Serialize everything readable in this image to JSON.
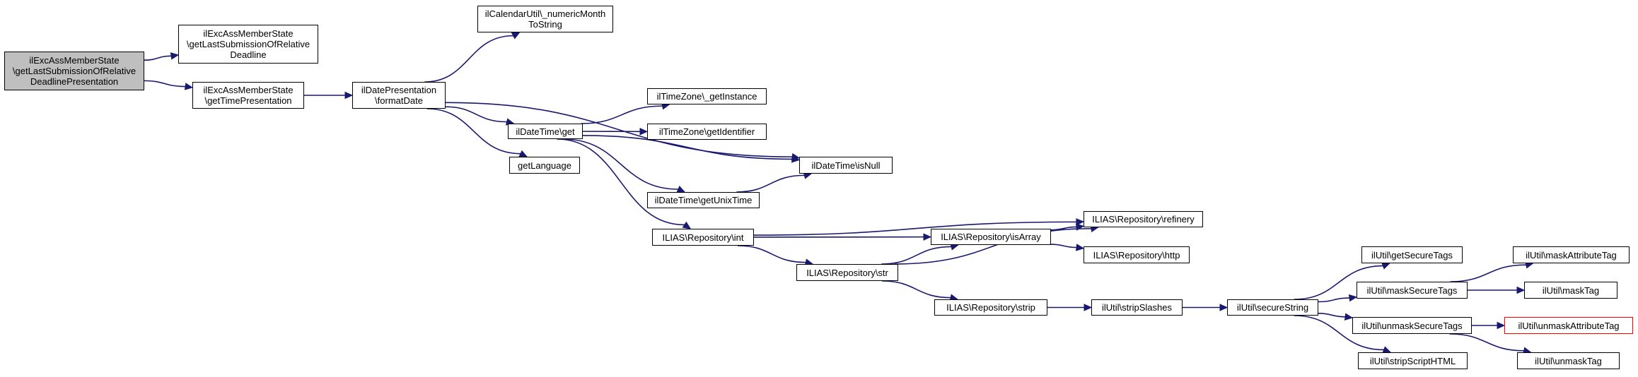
{
  "graph": {
    "edge_color": "#191970",
    "root_fill": "#bfbfbf",
    "external_border": "#ff0000",
    "nodes": {
      "root": "ilExcAssMemberState\n\\getLastSubmissionOfRelative\nDeadlinePresentation",
      "lastSubRelDeadline": "ilExcAssMemberState\n\\getLastSubmissionOfRelative\nDeadline",
      "getTimePresentation": "ilExcAssMemberState\n\\getTimePresentation",
      "formatDate": "ilDatePresentation\n\\formatDate",
      "numericMonth": "ilCalendarUtil\\_numericMonth\nToString",
      "dtGet": "ilDateTime\\get",
      "getLanguage": "getLanguage",
      "tzInstance": "ilTimeZone\\_getInstance",
      "tzIdentifier": "ilTimeZone\\getIdentifier",
      "dtIsNull": "ilDateTime\\isNull",
      "dtUnixTime": "ilDateTime\\getUnixTime",
      "repoInt": "ILIAS\\Repository\\int",
      "repoStr": "ILIAS\\Repository\\str",
      "repoIsArray": "ILIAS\\Repository\\isArray",
      "repoRefinery": "ILIAS\\Repository\\refinery",
      "repoHttp": "ILIAS\\Repository\\http",
      "repoStrip": "ILIAS\\Repository\\strip",
      "stripSlashes": "ilUtil\\stripSlashes",
      "secureString": "ilUtil\\secureString",
      "getSecureTags": "ilUtil\\getSecureTags",
      "maskSecureTags": "ilUtil\\maskSecureTags",
      "unmaskSecureTags": "ilUtil\\unmaskSecureTags",
      "stripScriptHTML": "ilUtil\\stripScriptHTML",
      "maskAttributeTag": "ilUtil\\maskAttributeTag",
      "maskTag": "ilUtil\\maskTag",
      "unmaskAttributeTag": "ilUtil\\unmaskAttributeTag",
      "unmaskTag": "ilUtil\\unmaskTag"
    },
    "edges": [
      [
        "root",
        "lastSubRelDeadline"
      ],
      [
        "root",
        "getTimePresentation"
      ],
      [
        "getTimePresentation",
        "formatDate"
      ],
      [
        "formatDate",
        "numericMonth"
      ],
      [
        "formatDate",
        "dtIsNull"
      ],
      [
        "formatDate",
        "dtGet"
      ],
      [
        "formatDate",
        "getLanguage"
      ],
      [
        "dtGet",
        "tzInstance"
      ],
      [
        "dtGet",
        "tzIdentifier"
      ],
      [
        "dtGet",
        "dtIsNull"
      ],
      [
        "dtGet",
        "dtUnixTime"
      ],
      [
        "dtGet",
        "repoInt"
      ],
      [
        "dtUnixTime",
        "dtIsNull"
      ],
      [
        "repoInt",
        "repoRefinery"
      ],
      [
        "repoInt",
        "repoIsArray"
      ],
      [
        "repoInt",
        "repoStr"
      ],
      [
        "repoStr",
        "repoIsArray"
      ],
      [
        "repoStr",
        "repoRefinery"
      ],
      [
        "repoStr",
        "repoStrip"
      ],
      [
        "repoIsArray",
        "repoRefinery"
      ],
      [
        "repoIsArray",
        "repoHttp"
      ],
      [
        "repoStrip",
        "stripSlashes"
      ],
      [
        "stripSlashes",
        "secureString"
      ],
      [
        "secureString",
        "getSecureTags"
      ],
      [
        "secureString",
        "maskSecureTags"
      ],
      [
        "secureString",
        "unmaskSecureTags"
      ],
      [
        "secureString",
        "stripScriptHTML"
      ],
      [
        "maskSecureTags",
        "maskAttributeTag"
      ],
      [
        "maskSecureTags",
        "maskTag"
      ],
      [
        "unmaskSecureTags",
        "unmaskAttributeTag"
      ],
      [
        "unmaskSecureTags",
        "unmaskTag"
      ]
    ]
  }
}
